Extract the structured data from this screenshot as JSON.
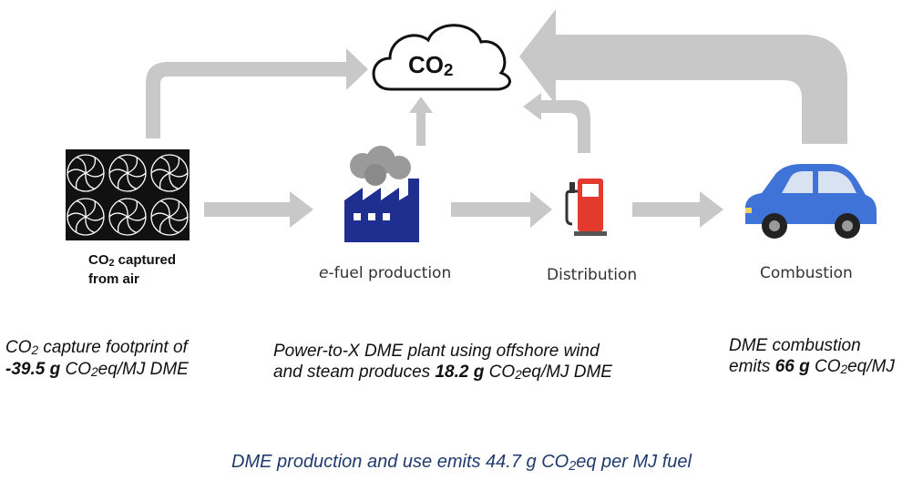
{
  "cloud": {
    "label": "CO",
    "sub": "2"
  },
  "stages": {
    "capture": {
      "label_main": "CO",
      "label_sub": "2",
      "label_rest": " captured",
      "label_line2": "from air"
    },
    "production": {
      "label_italic": "e",
      "label_rest": "-fuel production"
    },
    "distribution": {
      "label": "Distribution"
    },
    "combustion": {
      "label": "Combustion"
    }
  },
  "notes": {
    "capture": {
      "line1_a": "CO",
      "line1_sub": "2",
      "line1_b": " capture footprint of",
      "value": "-39.5 g",
      "unit_a": " CO",
      "unit_sub": "2",
      "unit_b": "eq/MJ DME"
    },
    "production": {
      "line1": "Power-to-X DME plant using offshore wind",
      "line2_a": "and steam produces ",
      "value": "18.2 g",
      "unit_a": " CO",
      "unit_sub": "2",
      "unit_b": "eq/MJ DME"
    },
    "combustion": {
      "line1": "DME combustion",
      "line2_a": "emits ",
      "value": "66 g",
      "unit_a": " CO",
      "unit_sub": "2",
      "unit_b": "eq/MJ"
    }
  },
  "summary": {
    "a": "DME production and use emits 44.7 g CO",
    "sub": "2",
    "b": "eq per MJ fuel"
  },
  "colors": {
    "arrow": "#c8c8c8",
    "factory": "#1f2f8f",
    "smoke": "#9a9a9a",
    "pump": "#e23b2e",
    "car_body": "#3f73d8",
    "summary_text": "#1f3a6e"
  },
  "icons": [
    "cloud-icon",
    "air-capture-grid-icon",
    "factory-icon",
    "fuel-pump-icon",
    "car-icon"
  ]
}
